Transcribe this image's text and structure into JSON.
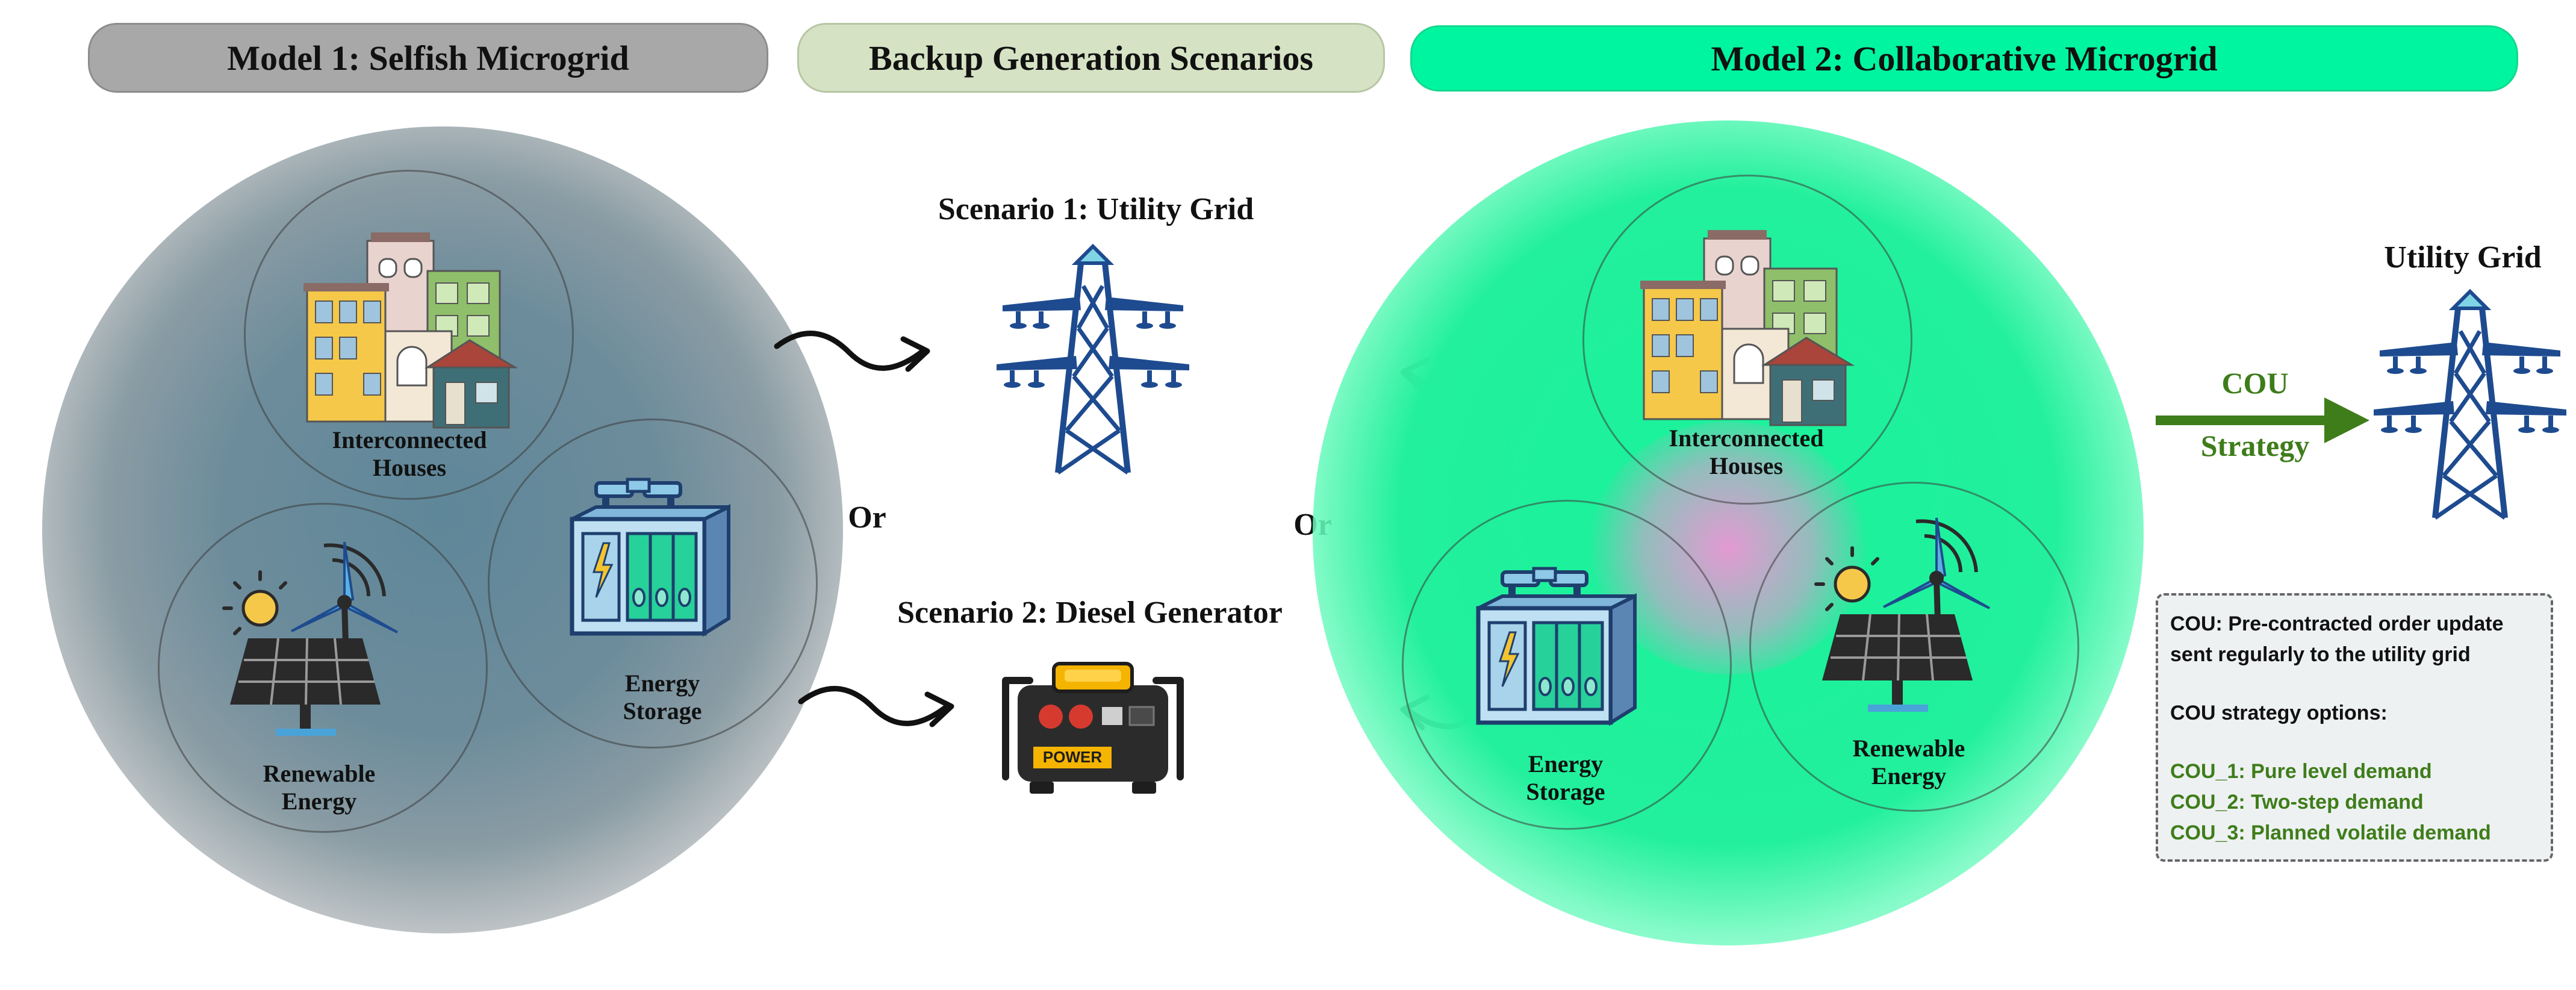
{
  "headers": {
    "model1": "Model 1: Selfish Microgrid",
    "backup": "Backup Generation Scenarios",
    "model2": "Model 2: Collaborative Microgrid"
  },
  "model1": {
    "houses": [
      "Interconnected",
      "Houses"
    ],
    "storage": [
      "Energy",
      "Storage"
    ],
    "renewable": [
      "Renewable",
      "Energy"
    ]
  },
  "model2": {
    "houses": [
      "Interconnected",
      "Houses"
    ],
    "storage": [
      "Energy",
      "Storage"
    ],
    "renewable": [
      "Renewable",
      "Energy"
    ]
  },
  "scenarios": {
    "s1": "Scenario 1: Utility Grid",
    "s2": "Scenario 2: Diesel Generator",
    "or_left": "Or",
    "or_right": "Or",
    "generator_panel_text": "POWER"
  },
  "utility": {
    "title": "Utility Grid",
    "arrow_top": "COU",
    "arrow_bottom": "Strategy"
  },
  "note": {
    "line1": "COU: Pre-contracted order update",
    "line2": "sent regularly to the utility grid",
    "options_title": "COU strategy options:",
    "options": [
      "COU_1: Pure level demand",
      "COU_2: Two-step demand",
      "COU_3: Planned volatile demand"
    ]
  },
  "colors": {
    "model1_header": "#a8a8a8",
    "backup_header": "#d5e2c4",
    "model2_header": "#00f5a0",
    "model1_glow": "#5e8799",
    "model2_glow": "#19f29b",
    "center_pink": "#e39ad2",
    "tower": "#1e4b8f",
    "tower_top": "#7fd4e6",
    "arrow_green": "#3e7d1a"
  }
}
